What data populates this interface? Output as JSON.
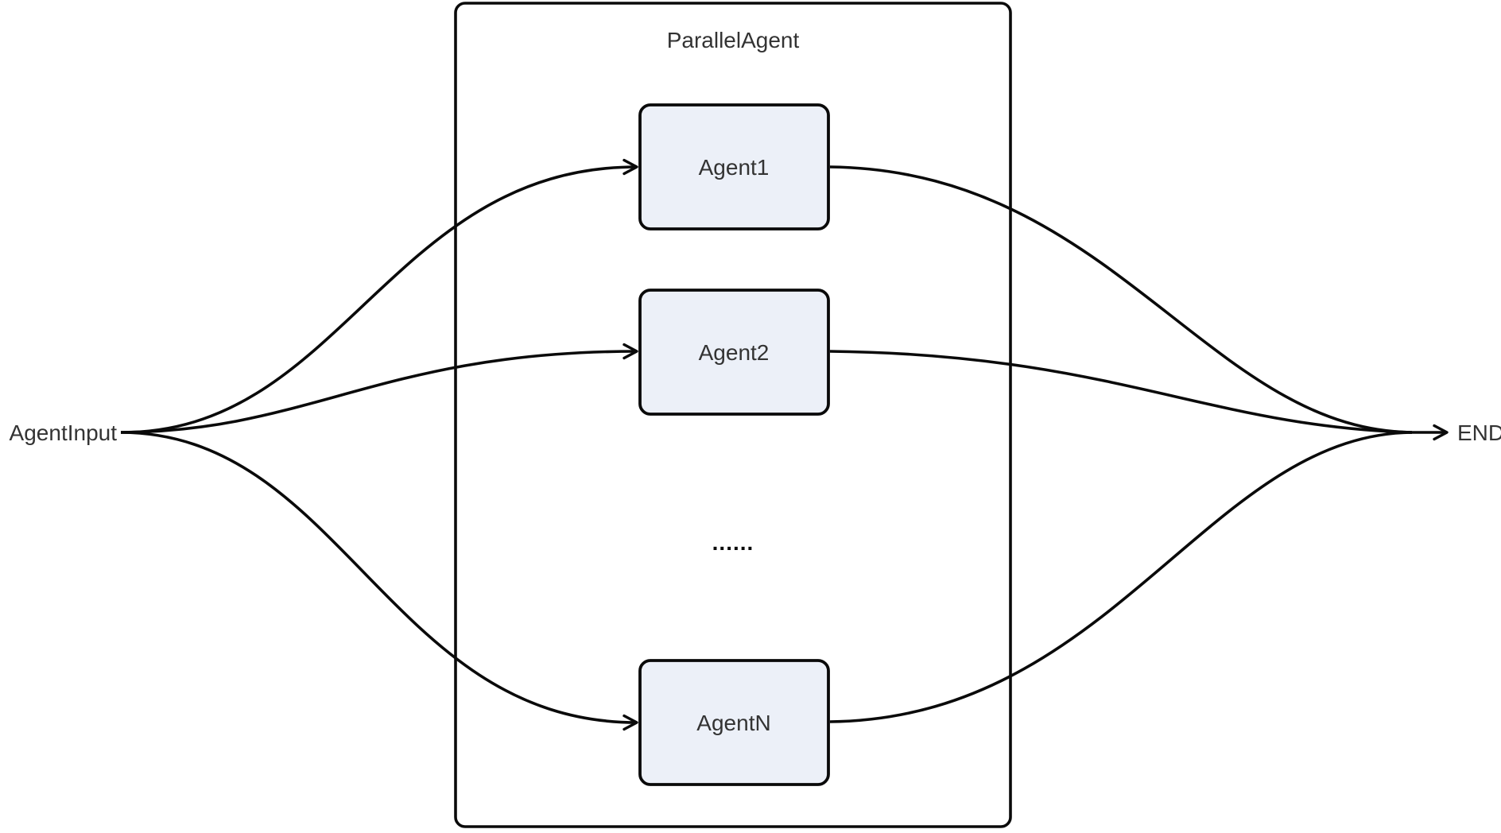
{
  "diagram": {
    "container": {
      "title": "ParallelAgent"
    },
    "nodes": [
      {
        "id": "agent1",
        "label": "Agent1"
      },
      {
        "id": "agent2",
        "label": "Agent2"
      },
      {
        "id": "agentN",
        "label": "AgentN"
      }
    ],
    "ellipsis": "......",
    "start_label": "AgentInput",
    "end_label": "END",
    "colors": {
      "bg_color": "#ffffff",
      "container_fill": "#ffffff",
      "node_fill": "#ecf0f8",
      "node_stroke": "#0a0a0a",
      "edge_color": "#0a0a0a",
      "text_color": "#333333"
    }
  }
}
